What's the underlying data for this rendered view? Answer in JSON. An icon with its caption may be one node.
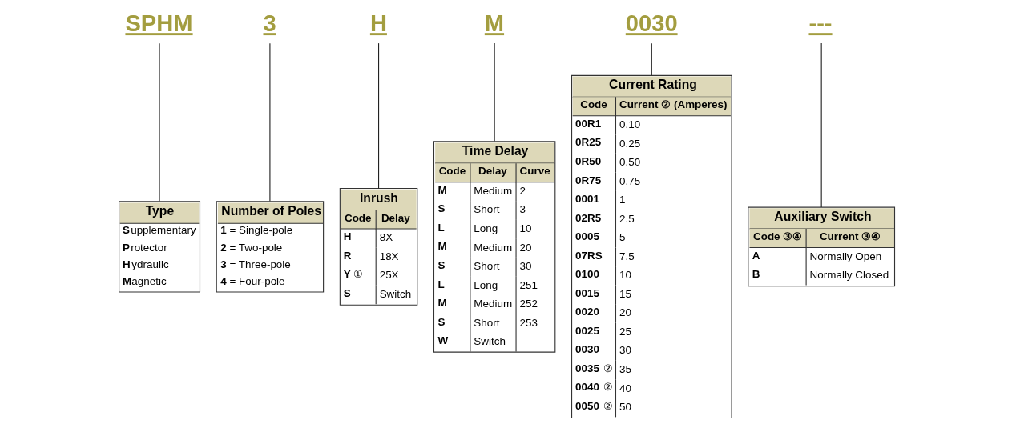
{
  "diagram": {
    "nodes": [
      {
        "text": [
          "SPHM"
        ]
      },
      {
        "text": [
          "3"
        ]
      },
      {
        "text": [
          "H"
        ]
      },
      {
        "text": [
          "M"
        ]
      },
      {
        "text": [
          "0030"
        ]
      },
      {
        "text": [
          "---"
        ]
      },
      {
        "text": [
          "Type",
          "**S**upplementary",
          "**P**rotector",
          "**H**ydraulic",
          "**M**agnetic"
        ]
      },
      {
        "text": [
          "Number of Poles",
          "**1** = Single-pole",
          "**2** = Two-pole",
          "**3** = Three-pole",
          "**4** = Four-pole"
        ]
      },
      {
        "text": [
          "Inrush",
          "Code",
          "Delay",
          "H",
          "8X",
          "R",
          "18X",
          "**Y** ①",
          "25X",
          "S",
          "Switch"
        ]
      },
      {
        "text": [
          "Time Delay",
          "Code",
          "Delay",
          "Curve",
          "M",
          "Medium",
          "2",
          "S",
          "Short",
          "3",
          "L",
          "Long",
          "10",
          "M",
          "Medium",
          "20",
          "S",
          "Short",
          "30",
          "L",
          "Long",
          "251",
          "M",
          "Medium",
          "252",
          "S",
          "Short",
          "253",
          "W",
          "Switch",
          "—"
        ]
      },
      {
        "text": [
          "Current Rating",
          "Code",
          "Current ② (Amperes)",
          "00R1",
          "0.10",
          "0R25",
          "0.25",
          "0R50",
          "0.50",
          "0R75",
          "0.75",
          "0001",
          "1",
          "02R5",
          "2.5",
          "0005",
          "5",
          "07RS",
          "7.5",
          "0100",
          "10",
          "0015",
          "15",
          "0020",
          "20",
          "0025",
          "25",
          "0030",
          "30",
          "**0035** ②",
          "35",
          "**0040** ②",
          "40",
          "**0050** ②",
          "50"
        ]
      },
      {
        "text": [
          "Auxiliary Switch",
          "Code ③④",
          "Current ③④",
          "A",
          "Normally Open",
          "B",
          "Normally Closed"
        ]
      }
    ],
    "edges": [
      {
        "from": 0,
        "to": 6,
        "arrow": "none"
      },
      {
        "from": 1,
        "to": 7,
        "arrow": "none"
      },
      {
        "from": 2,
        "to": 8,
        "arrow": "none"
      },
      {
        "from": 3,
        "to": 9,
        "arrow": "none"
      },
      {
        "from": 4,
        "to": 10,
        "arrow": "none"
      },
      {
        "from": 5,
        "to": 11,
        "arrow": "none"
      }
    ]
  }
}
